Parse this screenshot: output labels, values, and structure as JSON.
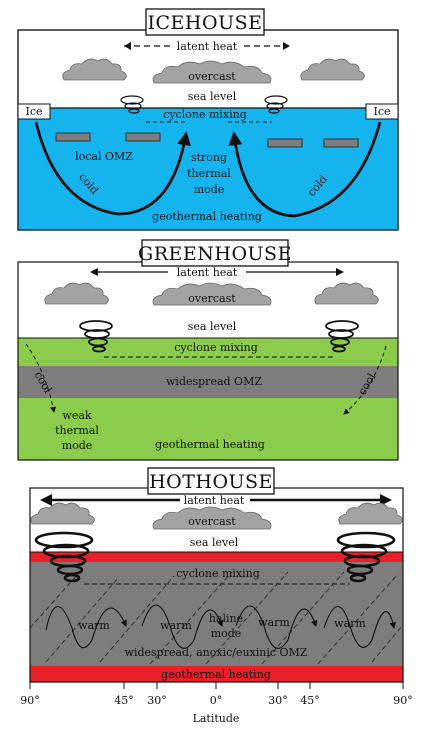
{
  "panels": {
    "icehouse": {
      "title": "ICEHOUSE",
      "latent_heat": "latent heat",
      "overcast": "overcast",
      "sea_level": "sea level",
      "cyclone_mixing": "cyclone mixing",
      "ice_left": "Ice",
      "ice_right": "Ice",
      "local_omz": "local OMZ",
      "strong": "strong",
      "thermal": "thermal",
      "mode": "mode",
      "cold_left": "cold",
      "cold_right": "cold",
      "geothermal": "geothermal heating",
      "colors": {
        "ocean": "#16b4ef",
        "omz": "#7d7d7d"
      }
    },
    "greenhouse": {
      "title": "GREENHOUSE",
      "latent_heat": "latent heat",
      "overcast": "overcast",
      "sea_level": "sea level",
      "cyclone_mixing": "cyclone mixing",
      "widespread_omz": "widespread OMZ",
      "cool_left": "cool",
      "cool_right": "cool",
      "weak": "weak",
      "thermal": "thermal",
      "mode": "mode",
      "geothermal": "geothermal heating",
      "colors": {
        "ocean": "#8ccc4c",
        "omz": "#7d7d7d"
      }
    },
    "hothouse": {
      "title": "HOTHOUSE",
      "latent_heat": "latent heat",
      "overcast": "overcast",
      "sea_level": "sea level",
      "cyclone_mixing": "cyclone mixing",
      "warm_1": "warm",
      "warm_2": "warm",
      "warm_3": "warm",
      "warm_4": "warm",
      "haline": "haline",
      "mode": "mode",
      "widespread_omz": "widespread, anoxic/euxinic OMZ",
      "geothermal": "geothermal heating",
      "colors": {
        "ocean": "#7d7d7d",
        "heat_band": "#e8202a"
      }
    }
  },
  "axis": {
    "ticks": [
      "90°",
      "45°",
      "30°",
      "0°",
      "30°",
      "45°",
      "90°"
    ],
    "label": "Latitude"
  },
  "icons": [
    "cloud-icon",
    "cyclone-icon"
  ]
}
